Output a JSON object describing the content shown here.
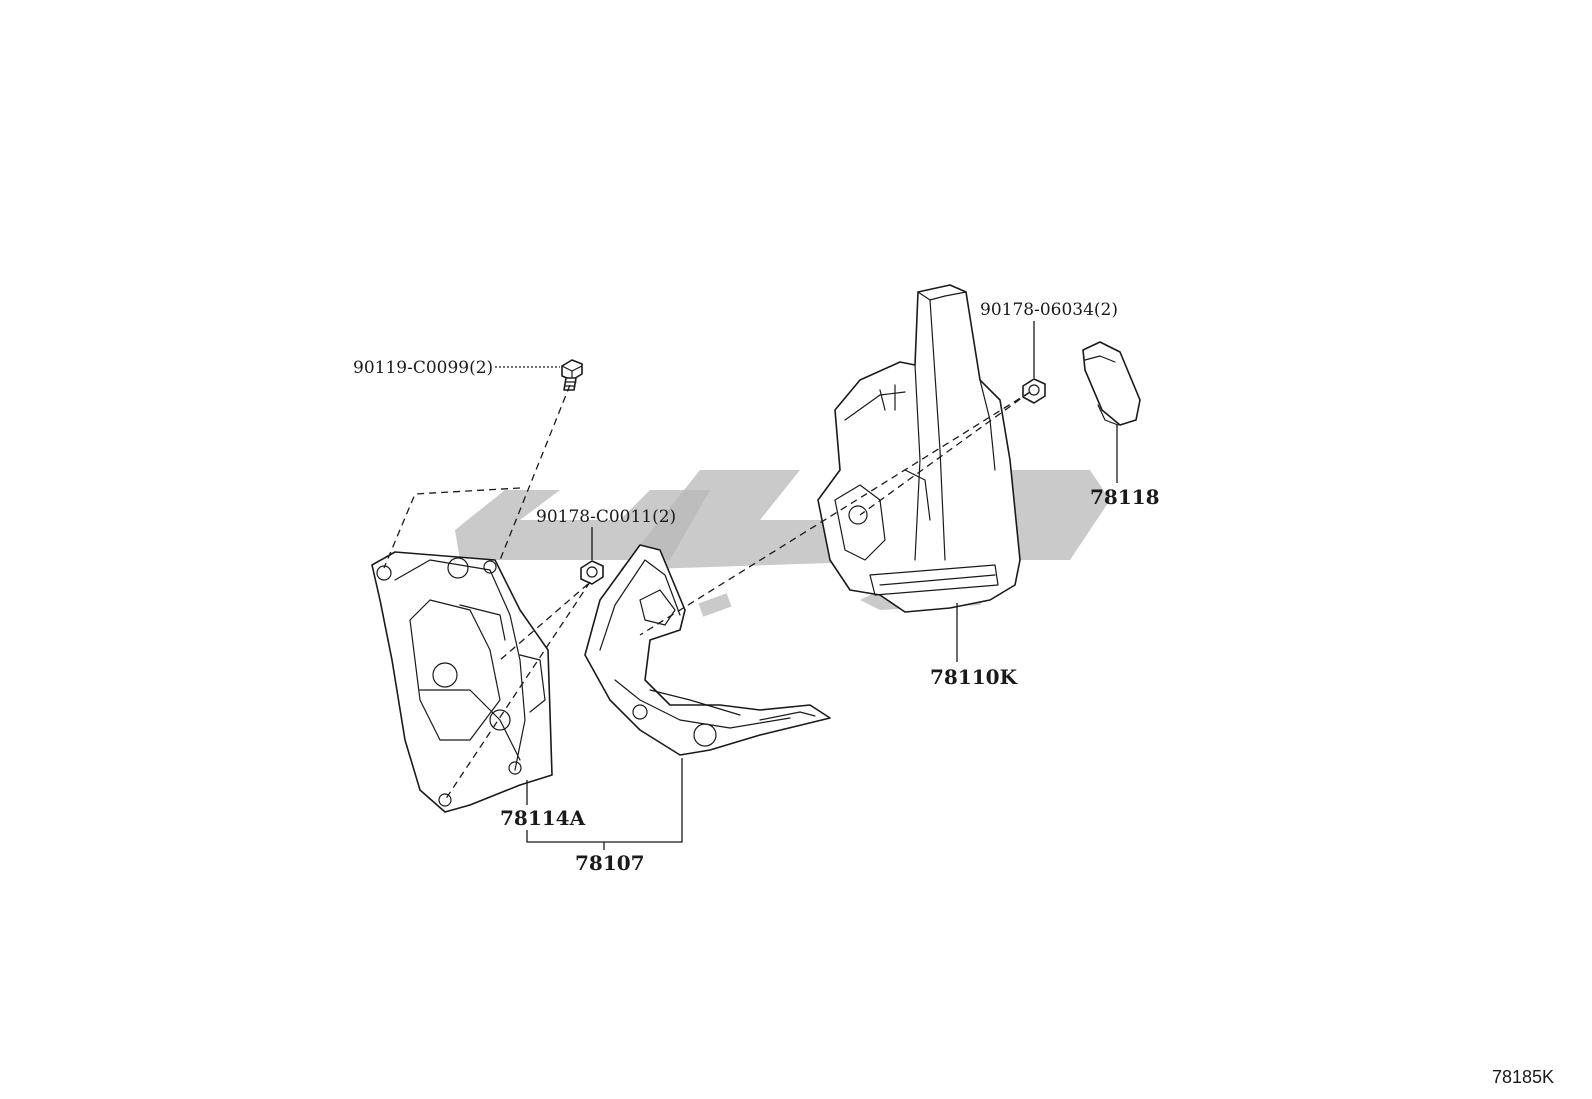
{
  "diagram_code": "78185K",
  "callouts": {
    "bolt_upper_left": "90119-C0099(2)",
    "nut_middle": "90178-C0011(2)",
    "nut_upper_right": "90178-06034(2)",
    "pad": "78118",
    "pedal_assembly": "78110K",
    "bracket": "78114A",
    "bracket_assembly": "78107"
  }
}
